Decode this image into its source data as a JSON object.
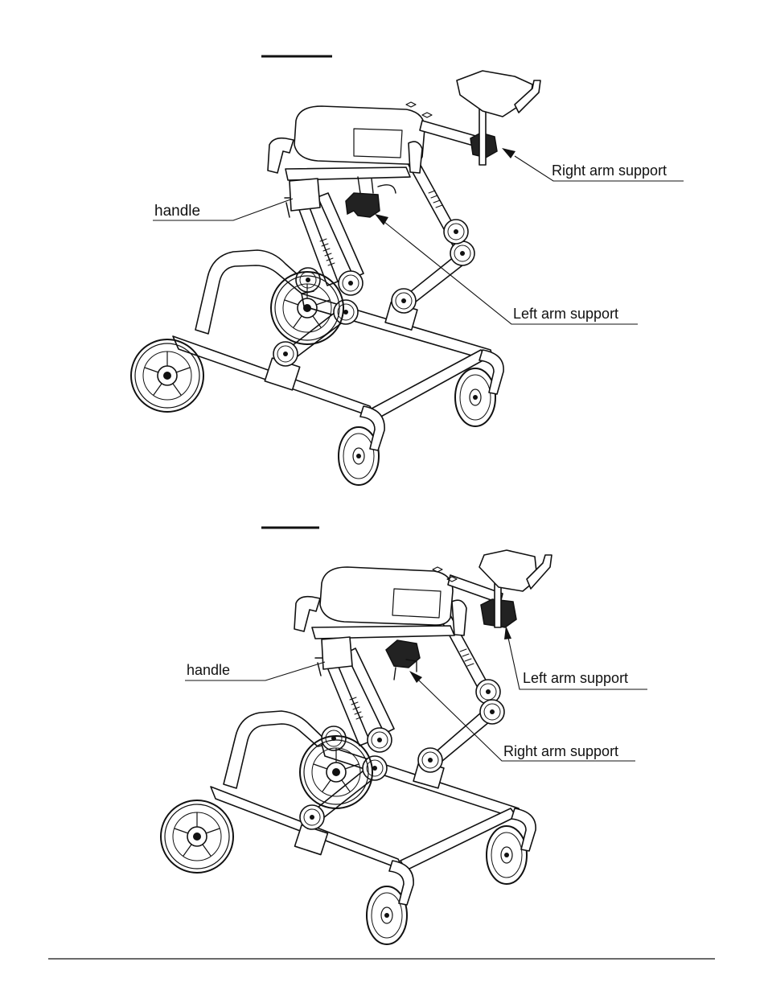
{
  "figures": [
    {
      "callouts": {
        "handle": "handle",
        "right_arm_support": "Right arm support",
        "left_arm_support": "Left arm support"
      }
    },
    {
      "callouts": {
        "handle": "handle",
        "left_arm_support": "Left arm support",
        "right_arm_support": "Right arm support"
      }
    }
  ]
}
